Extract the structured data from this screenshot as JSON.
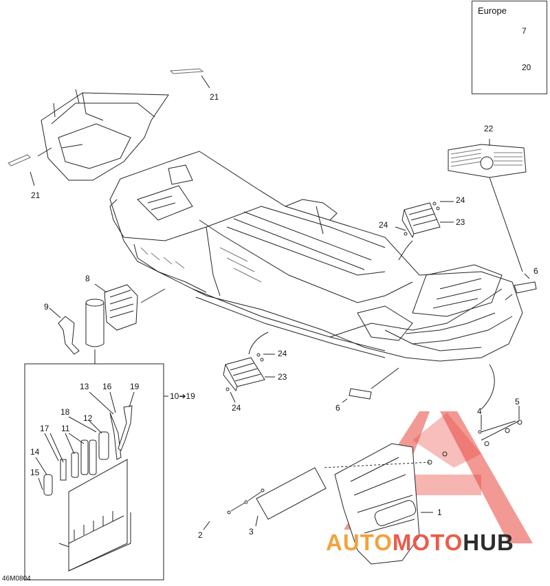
{
  "europe_label": "Europe",
  "reference_code": "46M0804",
  "kit_range": "10➔19",
  "watermark": {
    "part1": "AUTO",
    "part2": "MOTO",
    "part3": "HUB"
  },
  "callouts": {
    "c1": "1",
    "c2": "2",
    "c3": "3",
    "c4": "4",
    "c5": "5",
    "c6a": "6",
    "c6b": "6",
    "c7": "7",
    "c8": "8",
    "c9": "9",
    "c11": "11",
    "c12": "12",
    "c13": "13",
    "c14": "14",
    "c15": "15",
    "c16": "16",
    "c17": "17",
    "c18": "18",
    "c19": "19",
    "c20": "20",
    "c21a": "21",
    "c21b": "21",
    "c22": "22",
    "c23a": "23",
    "c23b": "23",
    "c24a": "24",
    "c24b": "24",
    "c24c": "24",
    "c24d": "24"
  },
  "colors": {
    "line": "#222222",
    "watermark_red": "#e8453c",
    "watermark_orange": "#f3a23a",
    "watermark_dark": "#2c2c2c"
  }
}
